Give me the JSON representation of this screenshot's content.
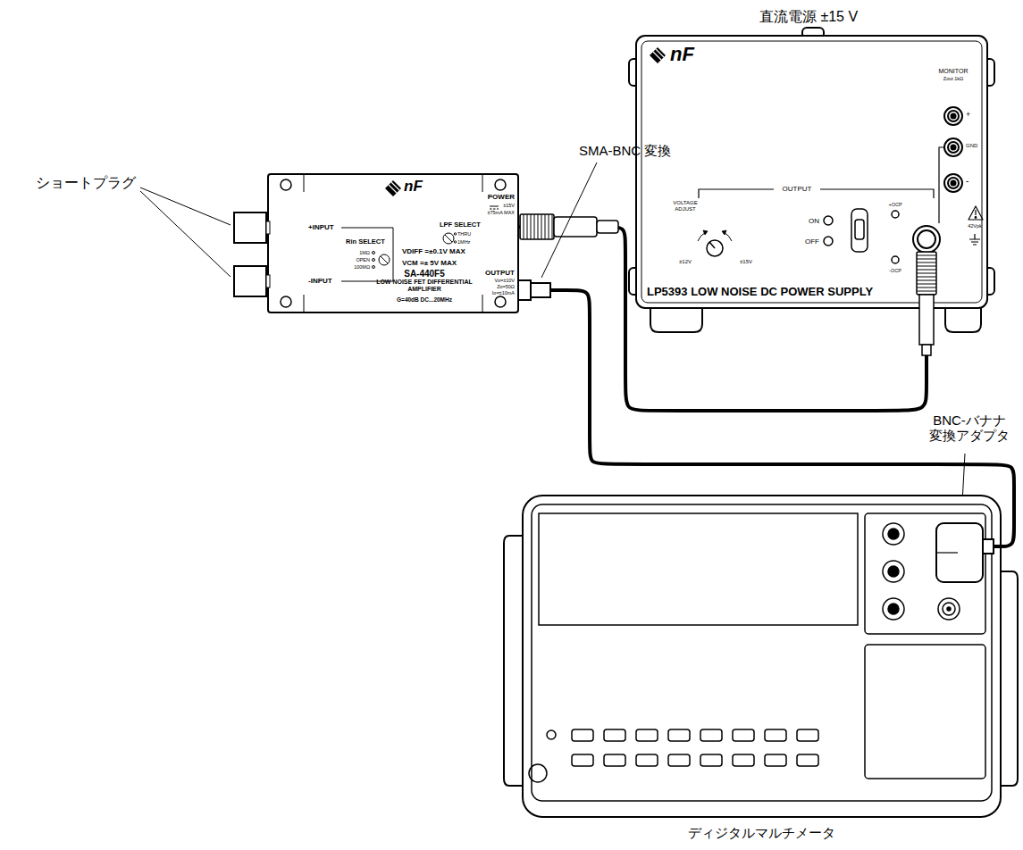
{
  "diagram": {
    "nodes": [
      {
        "text": [
          "直流電源 ±15 V",
          "LP5393 LOW NOISE DC POWER SUPPLY"
        ]
      },
      {
        "text": [
          "SA-440F5",
          "LOW NOISE FET DIFFERENTIAL AMPLIFIER",
          "G=40dB DC...20MHz"
        ]
      },
      {
        "text": [
          "ディジタルマルチメータ"
        ]
      }
    ],
    "edges": [
      {
        "from": 0,
        "to": 1,
        "arrow": "none"
      },
      {
        "from": 1,
        "to": 2,
        "arrow": "none"
      }
    ],
    "labels": [
      "ショートプラグ",
      "SMA-BNC 変換",
      "BNC-バナナ 変換アダプタ",
      "nF",
      "MONITOR",
      "Zout 1kΩ",
      "+",
      "GND",
      "-",
      "OUTPUT",
      "VOLTAGE ADJUST",
      "±12V",
      "±15V",
      "ON",
      "OFF",
      "+OCP",
      "-OCP",
      "42Vpk",
      "nF",
      "+INPUT",
      "-INPUT",
      "Rin SELECT",
      "1MΩ",
      "OPEN",
      "100MΩ",
      "VDIFF =±0.1V MAX",
      "VCM =± 5V MAX",
      "POWER",
      "±15V",
      "±75mA MAX",
      "LPF SELECT",
      "THRU",
      "1MHz",
      "OUTPUT",
      "Vo=±10V",
      "Zo=50Ω",
      "Io=±10mA"
    ]
  }
}
